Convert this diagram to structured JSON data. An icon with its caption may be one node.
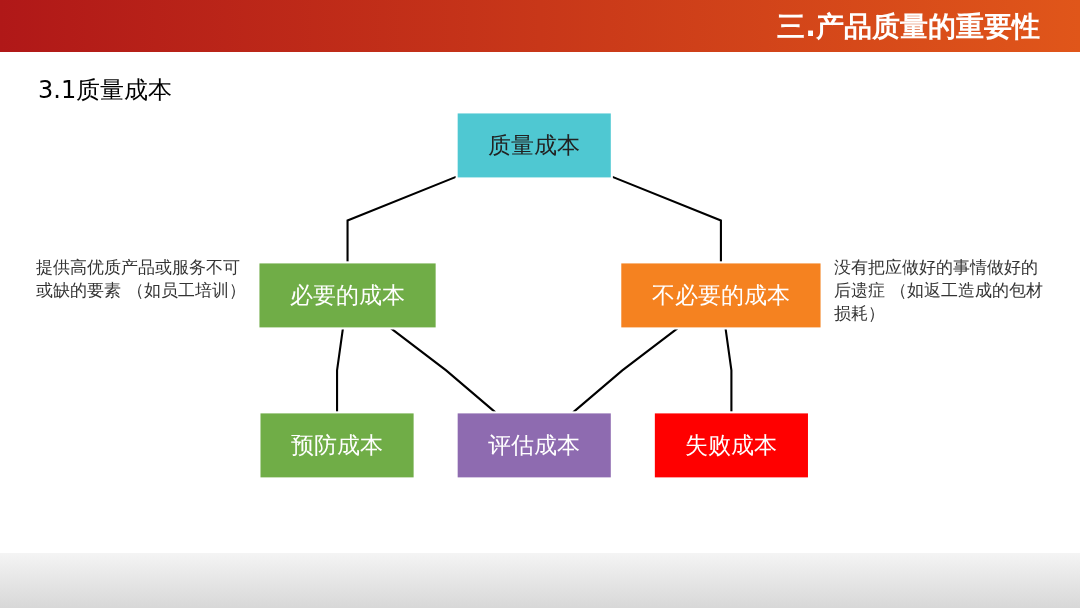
{
  "diagram": {
    "title": "三.产品质量的重要性",
    "nodes": [
      {
        "text": [
          "质量成本"
        ]
      },
      {
        "text": [
          "必要的成本"
        ],
        "beside": [
          "提供高优质产品或服务不可或缺的要素 （如员工培训）"
        ]
      },
      {
        "text": [
          "不必要的成本"
        ],
        "beside": [
          "没有把应做好的事情做好的后遗症 （如返工造成的包材损耗）"
        ]
      },
      {
        "text": [
          "预防成本"
        ]
      },
      {
        "text": [
          "评估成本"
        ]
      },
      {
        "text": [
          "失败成本"
        ]
      }
    ],
    "edges": [
      {
        "from": 0,
        "to": 1,
        "arrow": "none"
      },
      {
        "from": 0,
        "to": 2,
        "arrow": "none"
      },
      {
        "from": 1,
        "to": 3,
        "arrow": "none"
      },
      {
        "from": 1,
        "to": 4,
        "arrow": "none"
      },
      {
        "from": 2,
        "to": 4,
        "arrow": "none"
      },
      {
        "from": 2,
        "to": 5,
        "arrow": "none"
      }
    ],
    "labels": [
      "3.1质量成本"
    ]
  }
}
